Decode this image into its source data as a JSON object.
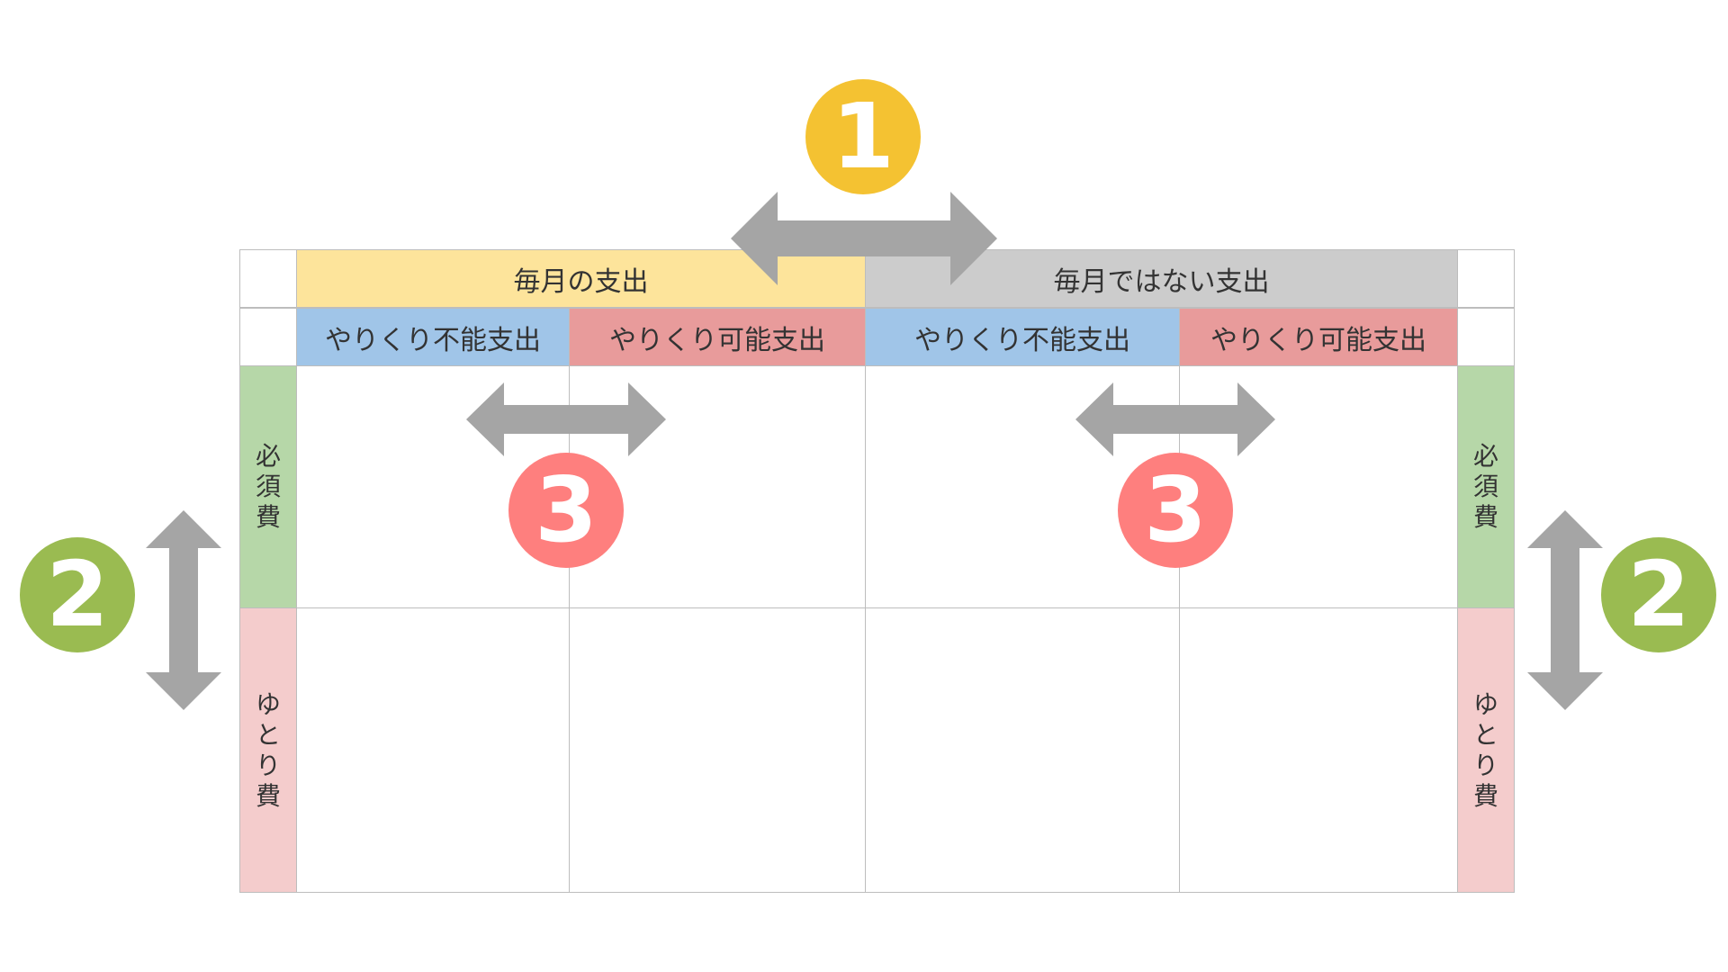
{
  "colors": {
    "monthly": "#fde49b",
    "non_monthly": "#cccccc",
    "fixed": "#a0c5e8",
    "adjustable": "#e89b9b",
    "essential": "#b6d7a8",
    "leisure": "#f4cccc",
    "badge_1": "#f4c232",
    "badge_2": "#9abb51",
    "badge_3": "#fe7f7e",
    "arrow": "#a5a5a5",
    "grid": "#bdbdbd"
  },
  "header": {
    "monthly_label": "毎月の支出",
    "non_monthly_label": "毎月ではない支出"
  },
  "subheader": {
    "monthly_fixed": "やりくり不能支出",
    "monthly_adjustable": "やりくり可能支出",
    "non_monthly_fixed": "やりくり不能支出",
    "non_monthly_adjustable": "やりくり可能支出"
  },
  "rows": {
    "essential_left": [
      "必",
      "須",
      "費"
    ],
    "leisure_left": [
      "ゆ",
      "と",
      "り",
      "費"
    ],
    "essential_right": [
      "必",
      "須",
      "費"
    ],
    "leisure_right": [
      "ゆ",
      "と",
      "り",
      "費"
    ]
  },
  "badges": {
    "one": "1",
    "two_left": "2",
    "two_right": "2",
    "three_left": "3",
    "three_right": "3"
  },
  "icons": {
    "horizontal_arrow": "double-headed-horizontal-arrow",
    "vertical_arrow": "double-headed-vertical-arrow"
  }
}
